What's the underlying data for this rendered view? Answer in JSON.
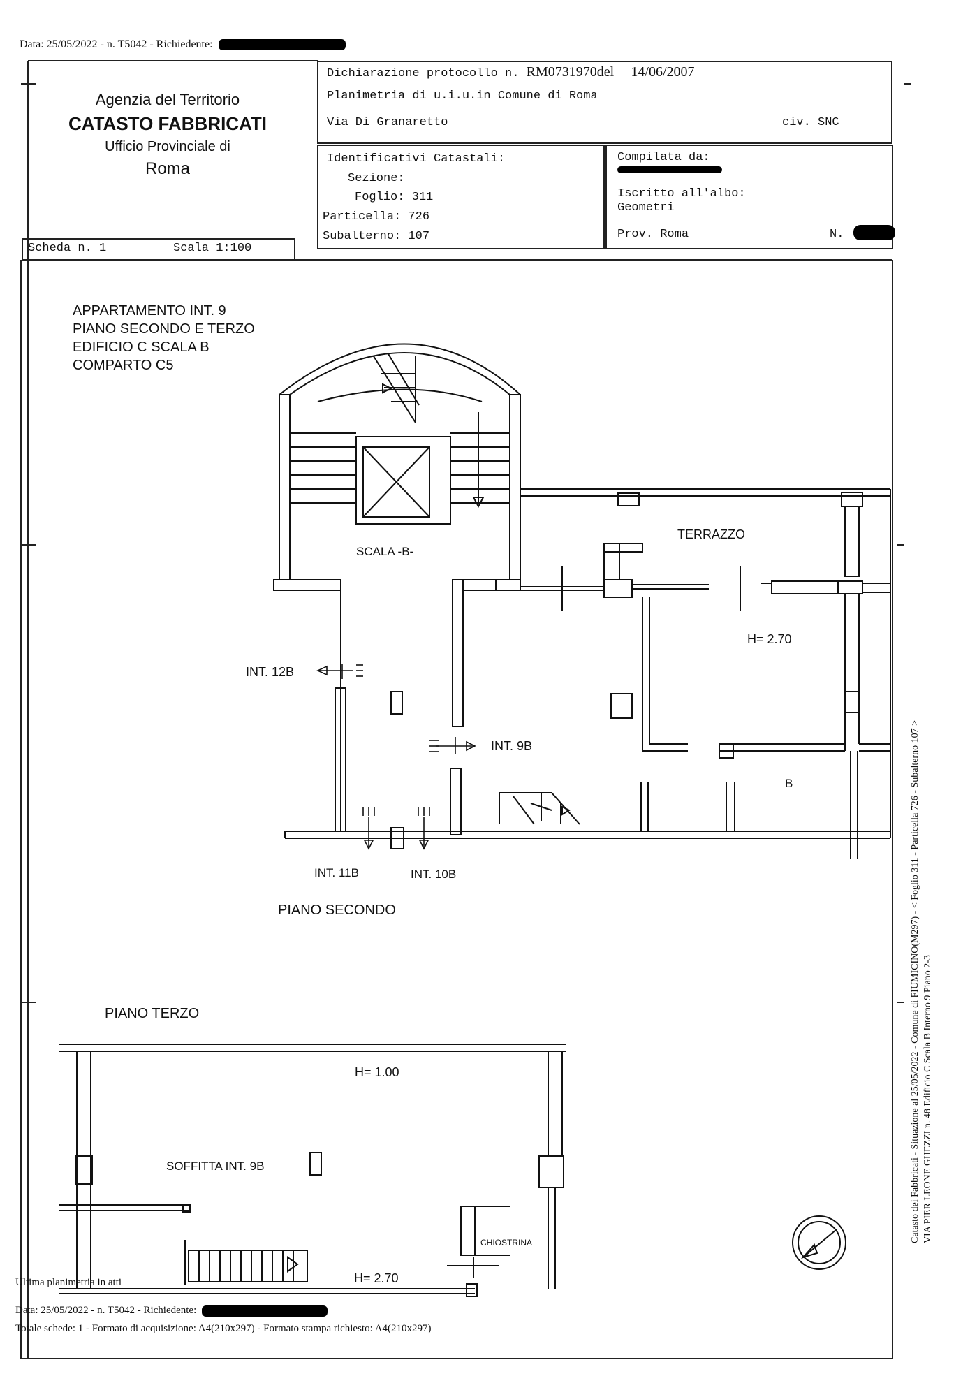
{
  "top_line": {
    "text": "Data: 25/05/2022 - n. T5042 - Richiedente:"
  },
  "agency": {
    "line1": "Agenzia del Territorio",
    "line2": "CATASTO FABBRICATI",
    "line3": "Ufficio Provinciale di",
    "line4": "Roma"
  },
  "declaration": {
    "protocol_label": "Dichiarazione protocollo n.",
    "protocol_number": "RM0731970del",
    "protocol_date": "14/06/2007",
    "plan_line": "Planimetria di u.i.u.in Comune di Roma",
    "street": "Via Di Granaretto",
    "civic": "civ. SNC"
  },
  "identifiers": {
    "title": "Identificativi Catastali:",
    "sezione": "Sezione:",
    "foglio": "Foglio: 311",
    "particella": "Particella: 726",
    "subalterno": "Subalterno: 107"
  },
  "compiler": {
    "title": "Compilata da:",
    "albo": "Iscritto all'albo:",
    "profession": "Geometri",
    "province": "Prov. Roma",
    "number_label": "N."
  },
  "sheet": {
    "scheda": "Scheda n. 1",
    "scala": "Scala 1:100"
  },
  "plan": {
    "title_lines": [
      "APPARTAMENTO INT. 9",
      "PIANO SECONDO E TERZO",
      "EDIFICIO C SCALA B",
      "COMPARTO C5"
    ],
    "scala_b": "SCALA -B-",
    "terrazzo": "TERRAZZO",
    "h270": "H= 2.70",
    "int12b": "INT. 12B",
    "int9b": "INT. 9B",
    "b": "B",
    "int11b": "INT. 11B",
    "int10b": "INT. 10B",
    "piano_secondo": "PIANO SECONDO",
    "piano_terzo": "PIANO TERZO",
    "h100": "H= 1.00",
    "soffitta": "SOFFITTA INT. 9B",
    "chiostrina": "CHIOSTRINA",
    "h270_bottom": "H= 2.70"
  },
  "side_text": {
    "line1": "Catasto dei Fabbricati - Situazione al 25/05/2022 - Comune di FIUMICINO(M297) - < Foglio 311 - Particella 726 - Subalterno 107 >",
    "line2": "VIA PIER LEONE GHEZZI n. 48 Edificio C Scala B Interno 9 Piano 2-3"
  },
  "footer": {
    "ultima": "Ultima planimetria in atti",
    "data_line": "Data: 25/05/2022 - n. T5042 - Richiedente:",
    "totale": "Totale schede: 1 - Formato di acquisizione: A4(210x297)  - Formato stampa richiesto: A4(210x297)"
  },
  "icons": {
    "north_arrow": "north-arrow-icon"
  }
}
